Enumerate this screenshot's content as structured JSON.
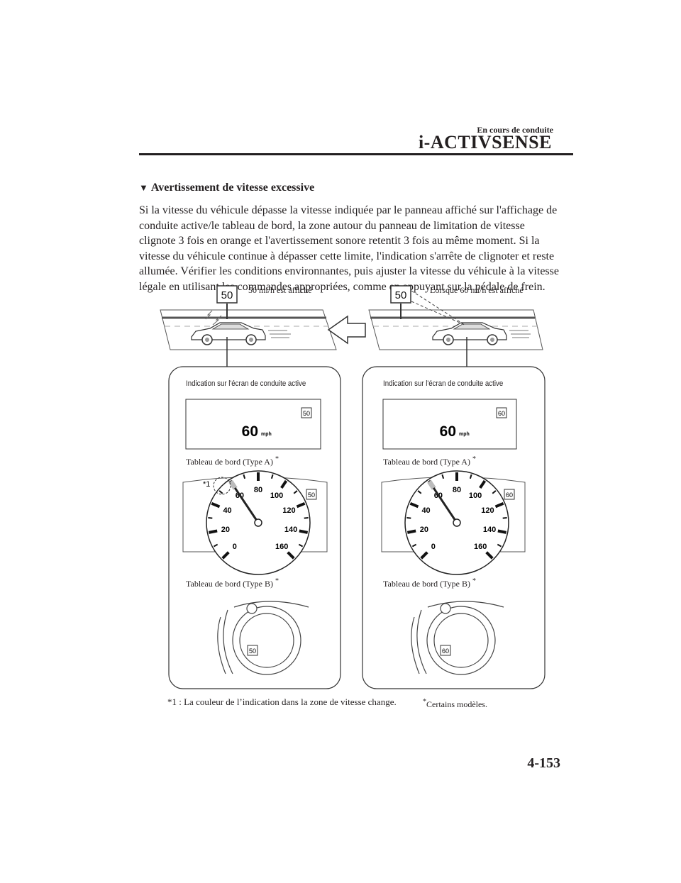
{
  "header": {
    "chapter": "En cours de conduite",
    "title": "i-ACTIVSENSE"
  },
  "section": {
    "title": "Avertissement de vitesse excessive",
    "paragraph_lines": [
      "Si la vitesse du véhicule dépasse la vitesse indiquée par le panneau affiché sur l'affichage de",
      "conduite active/le tableau de bord, la zone autour du panneau de limitation de vitesse",
      "clignote 3 fois en orange et l'avertissement sonore retentit 3 fois au même moment. Si la",
      "vitesse du véhicule continue à dépasser cette limite, l'indication s'arrête de clignoter et reste",
      "allumée. Vérifier les conditions environnantes, puis ajuster la vitesse du véhicule à la vitesse",
      "légale en utilisant les commandes appropriées, comme en appuyant sur la pédale de frein."
    ]
  },
  "figure": {
    "left": {
      "sign": "50",
      "caption": "50 mi/h est affiché",
      "active_display_label": "Indication sur l'écran de conduite active",
      "speed": "60",
      "unit": "mph",
      "display_sign": "50",
      "type_a_label": "Tableau de bord (Type A)",
      "type_b_label": "Tableau de bord (Type B)",
      "marker": "*1"
    },
    "right": {
      "sign": "50",
      "caption": "Lorsque 60 mi/h est affiché",
      "active_display_label": "Indication sur l'écran de conduite active",
      "speed": "60",
      "unit": "mph",
      "display_sign": "60",
      "type_a_label": "Tableau de bord (Type A)",
      "type_b_label": "Tableau de bord (Type B)"
    },
    "gauge_ticks": [
      "0",
      "20",
      "40",
      "60",
      "80",
      "100",
      "120",
      "140",
      "160"
    ]
  },
  "footnote": "*1 : La couleur de l’indication dans la zone de vitesse change.",
  "certains": "Certains modèles.",
  "asterisk": "*",
  "page_number": "4-153"
}
